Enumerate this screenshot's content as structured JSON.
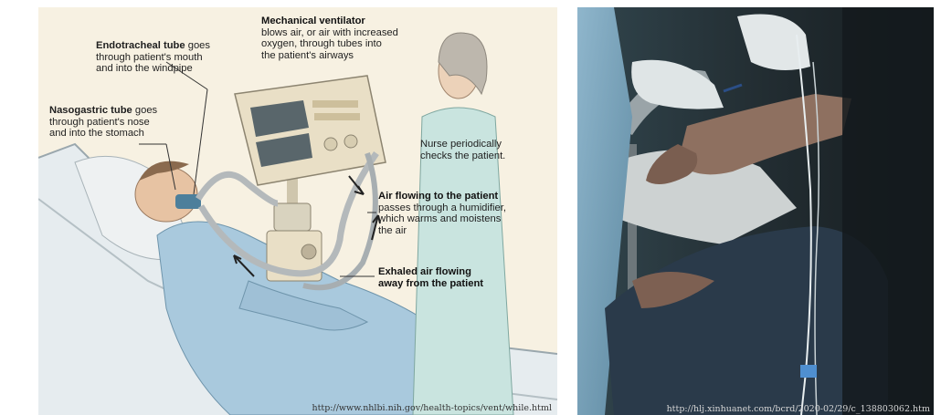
{
  "illustration": {
    "labels": {
      "ventilator_title": "Mechanical ventilator",
      "ventilator_text": [
        "blows air, or air with increased",
        "oxygen, through tubes into",
        "the patient's airways"
      ],
      "endotracheal_title": "Endotracheal tube",
      "endotracheal_title_suffix": "goes",
      "endotracheal_text": [
        "through patient's mouth",
        "and into the windpipe"
      ],
      "nasogastric_title": "Nasogastric tube",
      "nasogastric_title_suffix": "goes",
      "nasogastric_text": [
        "through patient's nose",
        "and into the stomach"
      ],
      "nurse_text": [
        "Nurse periodically",
        "checks the patient."
      ],
      "air_to_patient_title": "Air flowing to the patient",
      "air_to_patient_text": [
        "passes through a humidifier,",
        "which warms and moistens",
        "the air"
      ],
      "exhaled_title": [
        "Exhaled air flowing",
        "away from the patient"
      ]
    },
    "credit": "http://www.nhlbi.nih.gov/health-topics/vent/while.html"
  },
  "photo": {
    "credit": "http://hlj.xinhuanet.com/bcrd/2020-02/29/c_138803062.htm"
  },
  "colors": {
    "illustration_bg": "#f7f1e2",
    "gown": "#a9c9dd",
    "ventilator_body": "#e9dfc6",
    "photo_bg": "#1c2428"
  }
}
